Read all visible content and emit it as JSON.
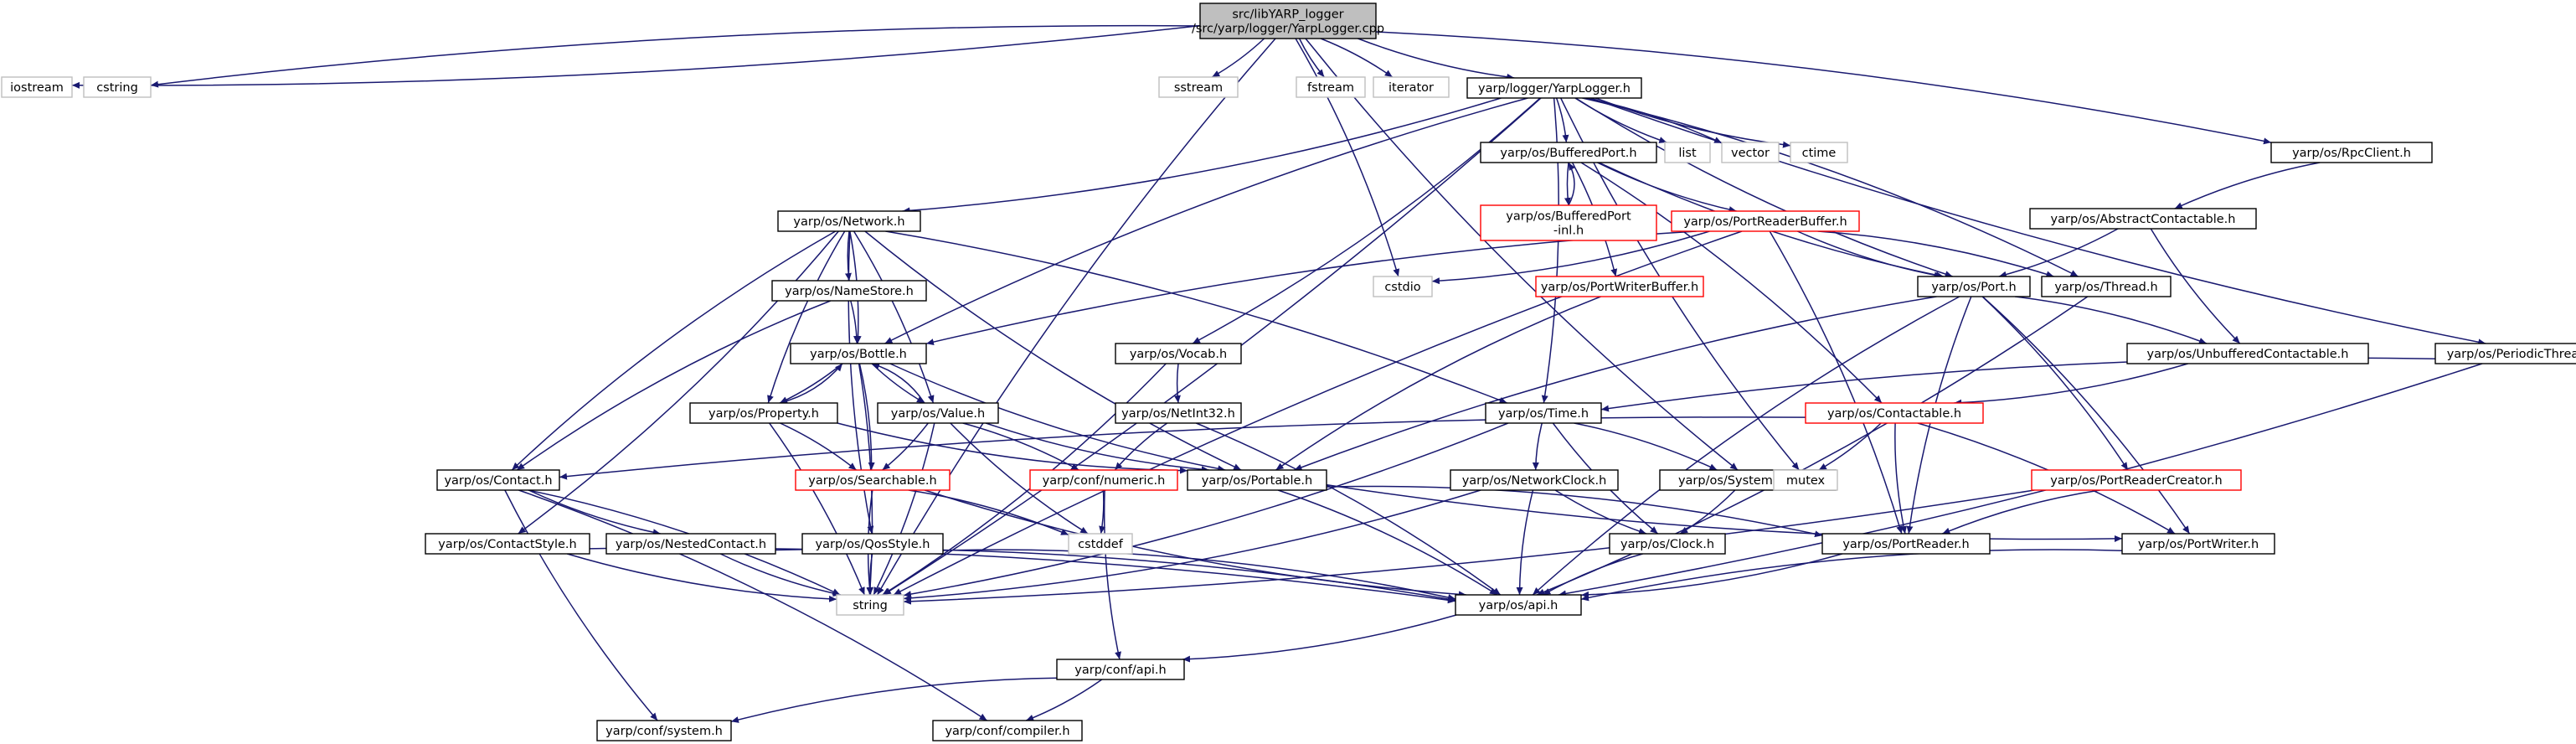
{
  "colors": {
    "edge": "#191970",
    "root_fill": "#bfbfbf",
    "node_border": "#000000",
    "external_border": "#bfbfbf",
    "truncated_border": "#ff0000",
    "node_fill": "#ffffff"
  },
  "nodes": [
    {
      "id": "root",
      "lines": [
        "src/libYARP_logger",
        "/src/yarp/logger/YarpLogger.cpp"
      ],
      "kind": "root"
    },
    {
      "id": "iostream",
      "lines": [
        "iostream"
      ],
      "kind": "external"
    },
    {
      "id": "cstring",
      "lines": [
        "cstring"
      ],
      "kind": "external"
    },
    {
      "id": "sstream",
      "lines": [
        "sstream"
      ],
      "kind": "external"
    },
    {
      "id": "fstream",
      "lines": [
        "fstream"
      ],
      "kind": "external"
    },
    {
      "id": "iterator",
      "lines": [
        "iterator"
      ],
      "kind": "external"
    },
    {
      "id": "yarplogger",
      "lines": [
        "yarp/logger/YarpLogger.h"
      ],
      "kind": "normal"
    },
    {
      "id": "rpcclient",
      "lines": [
        "yarp/os/RpcClient.h"
      ],
      "kind": "normal"
    },
    {
      "id": "bufferedport",
      "lines": [
        "yarp/os/BufferedPort.h"
      ],
      "kind": "normal"
    },
    {
      "id": "list",
      "lines": [
        "list"
      ],
      "kind": "external"
    },
    {
      "id": "vector",
      "lines": [
        "vector"
      ],
      "kind": "external"
    },
    {
      "id": "ctime",
      "lines": [
        "ctime"
      ],
      "kind": "external"
    },
    {
      "id": "bufferedportinl",
      "lines": [
        "yarp/os/BufferedPort",
        "-inl.h"
      ],
      "kind": "truncated"
    },
    {
      "id": "abstractcontactable",
      "lines": [
        "yarp/os/AbstractContactable.h"
      ],
      "kind": "normal"
    },
    {
      "id": "network",
      "lines": [
        "yarp/os/Network.h"
      ],
      "kind": "normal"
    },
    {
      "id": "portreaderbuffer",
      "lines": [
        "yarp/os/PortReaderBuffer.h"
      ],
      "kind": "truncated"
    },
    {
      "id": "cstdio",
      "lines": [
        "cstdio"
      ],
      "kind": "external"
    },
    {
      "id": "port",
      "lines": [
        "yarp/os/Port.h"
      ],
      "kind": "normal"
    },
    {
      "id": "thread",
      "lines": [
        "yarp/os/Thread.h"
      ],
      "kind": "normal"
    },
    {
      "id": "portwriterbuffer",
      "lines": [
        "yarp/os/PortWriterBuffer.h"
      ],
      "kind": "truncated"
    },
    {
      "id": "namestore",
      "lines": [
        "yarp/os/NameStore.h"
      ],
      "kind": "normal"
    },
    {
      "id": "bottle",
      "lines": [
        "yarp/os/Bottle.h"
      ],
      "kind": "normal"
    },
    {
      "id": "vocab",
      "lines": [
        "yarp/os/Vocab.h"
      ],
      "kind": "normal"
    },
    {
      "id": "unbufferedcontactable",
      "lines": [
        "yarp/os/UnbufferedContactable.h"
      ],
      "kind": "normal"
    },
    {
      "id": "periodicthread",
      "lines": [
        "yarp/os/PeriodicThread.h"
      ],
      "kind": "normal"
    },
    {
      "id": "property",
      "lines": [
        "yarp/os/Property.h"
      ],
      "kind": "normal"
    },
    {
      "id": "value",
      "lines": [
        "yarp/os/Value.h"
      ],
      "kind": "normal"
    },
    {
      "id": "netint32",
      "lines": [
        "yarp/os/NetInt32.h"
      ],
      "kind": "normal"
    },
    {
      "id": "time",
      "lines": [
        "yarp/os/Time.h"
      ],
      "kind": "normal"
    },
    {
      "id": "contactable",
      "lines": [
        "yarp/os/Contactable.h"
      ],
      "kind": "truncated"
    },
    {
      "id": "contact",
      "lines": [
        "yarp/os/Contact.h"
      ],
      "kind": "normal"
    },
    {
      "id": "searchable",
      "lines": [
        "yarp/os/Searchable.h"
      ],
      "kind": "truncated"
    },
    {
      "id": "confnumeric",
      "lines": [
        "yarp/conf/numeric.h"
      ],
      "kind": "truncated"
    },
    {
      "id": "portable",
      "lines": [
        "yarp/os/Portable.h"
      ],
      "kind": "normal"
    },
    {
      "id": "networkclock",
      "lines": [
        "yarp/os/NetworkClock.h"
      ],
      "kind": "normal"
    },
    {
      "id": "systemclock",
      "lines": [
        "yarp/os/SystemClock.h"
      ],
      "kind": "normal"
    },
    {
      "id": "mutex",
      "lines": [
        "mutex"
      ],
      "kind": "external"
    },
    {
      "id": "portreadercreator",
      "lines": [
        "yarp/os/PortReaderCreator.h"
      ],
      "kind": "truncated"
    },
    {
      "id": "contactstyle",
      "lines": [
        "yarp/os/ContactStyle.h"
      ],
      "kind": "normal"
    },
    {
      "id": "nestedcontact",
      "lines": [
        "yarp/os/NestedContact.h"
      ],
      "kind": "normal"
    },
    {
      "id": "qosstyle",
      "lines": [
        "yarp/os/QosStyle.h"
      ],
      "kind": "normal"
    },
    {
      "id": "cstddef",
      "lines": [
        "cstddef"
      ],
      "kind": "external"
    },
    {
      "id": "clock",
      "lines": [
        "yarp/os/Clock.h"
      ],
      "kind": "normal"
    },
    {
      "id": "portreader",
      "lines": [
        "yarp/os/PortReader.h"
      ],
      "kind": "normal"
    },
    {
      "id": "portwriter",
      "lines": [
        "yarp/os/PortWriter.h"
      ],
      "kind": "normal"
    },
    {
      "id": "string",
      "lines": [
        "string"
      ],
      "kind": "external"
    },
    {
      "id": "api",
      "lines": [
        "yarp/os/api.h"
      ],
      "kind": "normal"
    },
    {
      "id": "confapi",
      "lines": [
        "yarp/conf/api.h"
      ],
      "kind": "normal"
    },
    {
      "id": "confsystem",
      "lines": [
        "yarp/conf/system.h"
      ],
      "kind": "normal"
    },
    {
      "id": "confcompiler",
      "lines": [
        "yarp/conf/compiler.h"
      ],
      "kind": "normal"
    }
  ],
  "edges": [
    [
      "root",
      "iostream"
    ],
    [
      "root",
      "cstring"
    ],
    [
      "root",
      "sstream"
    ],
    [
      "root",
      "fstream"
    ],
    [
      "root",
      "iterator"
    ],
    [
      "root",
      "yarplogger"
    ],
    [
      "root",
      "rpcclient"
    ],
    [
      "root",
      "string"
    ],
    [
      "root",
      "cstdio"
    ],
    [
      "root",
      "systemclock"
    ],
    [
      "yarplogger",
      "bufferedport"
    ],
    [
      "yarplogger",
      "list"
    ],
    [
      "yarplogger",
      "vector"
    ],
    [
      "yarplogger",
      "ctime"
    ],
    [
      "yarplogger",
      "network"
    ],
    [
      "yarplogger",
      "port"
    ],
    [
      "yarplogger",
      "thread"
    ],
    [
      "yarplogger",
      "periodicthread"
    ],
    [
      "yarplogger",
      "vocab"
    ],
    [
      "yarplogger",
      "bottle"
    ],
    [
      "yarplogger",
      "time"
    ],
    [
      "yarplogger",
      "mutex"
    ],
    [
      "yarplogger",
      "string"
    ],
    [
      "bufferedport",
      "bufferedportinl"
    ],
    [
      "bufferedportinl",
      "bufferedport"
    ],
    [
      "bufferedport",
      "portreaderbuffer"
    ],
    [
      "bufferedport",
      "portwriterbuffer"
    ],
    [
      "bufferedport",
      "port"
    ],
    [
      "bufferedport",
      "contactable"
    ],
    [
      "rpcclient",
      "abstractcontactable"
    ],
    [
      "abstractcontactable",
      "port"
    ],
    [
      "abstractcontactable",
      "unbufferedcontactable"
    ],
    [
      "portreaderbuffer",
      "cstdio"
    ],
    [
      "portreaderbuffer",
      "port"
    ],
    [
      "portreaderbuffer",
      "thread"
    ],
    [
      "portreaderbuffer",
      "bottle"
    ],
    [
      "portreaderbuffer",
      "portreader"
    ],
    [
      "portreaderbuffer",
      "string"
    ],
    [
      "port",
      "unbufferedcontactable"
    ],
    [
      "port",
      "portable"
    ],
    [
      "port",
      "portreadercreator"
    ],
    [
      "port",
      "portreader"
    ],
    [
      "port",
      "portwriter"
    ],
    [
      "port",
      "api"
    ],
    [
      "thread",
      "api"
    ],
    [
      "portwriterbuffer",
      "portable"
    ],
    [
      "unbufferedcontactable",
      "contactable"
    ],
    [
      "periodicthread",
      "time"
    ],
    [
      "periodicthread",
      "api"
    ],
    [
      "network",
      "namestore"
    ],
    [
      "network",
      "bottle"
    ],
    [
      "network",
      "property"
    ],
    [
      "network",
      "value"
    ],
    [
      "network",
      "portable"
    ],
    [
      "network",
      "time"
    ],
    [
      "network",
      "contact"
    ],
    [
      "network",
      "contactstyle"
    ],
    [
      "network",
      "qosstyle"
    ],
    [
      "namestore",
      "bottle"
    ],
    [
      "namestore",
      "contact"
    ],
    [
      "bottle",
      "property"
    ],
    [
      "bottle",
      "value"
    ],
    [
      "bottle",
      "searchable"
    ],
    [
      "bottle",
      "portable"
    ],
    [
      "bottle",
      "string"
    ],
    [
      "property",
      "bottle"
    ],
    [
      "property",
      "searchable"
    ],
    [
      "property",
      "portable"
    ],
    [
      "property",
      "string"
    ],
    [
      "value",
      "bottle"
    ],
    [
      "value",
      "searchable"
    ],
    [
      "value",
      "portable"
    ],
    [
      "value",
      "confnumeric"
    ],
    [
      "value",
      "cstddef"
    ],
    [
      "value",
      "string"
    ],
    [
      "vocab",
      "netint32"
    ],
    [
      "vocab",
      "string"
    ],
    [
      "netint32",
      "confnumeric"
    ],
    [
      "netint32",
      "api"
    ],
    [
      "time",
      "networkclock"
    ],
    [
      "time",
      "systemclock"
    ],
    [
      "time",
      "clock"
    ],
    [
      "time",
      "string"
    ],
    [
      "contactable",
      "contact"
    ],
    [
      "contactable",
      "mutex"
    ],
    [
      "contactable",
      "portreader"
    ],
    [
      "contactable",
      "portwriter"
    ],
    [
      "contact",
      "nestedcontact"
    ],
    [
      "contact",
      "string"
    ],
    [
      "contact",
      "confsystem"
    ],
    [
      "contact",
      "confcompiler"
    ],
    [
      "searchable",
      "string"
    ],
    [
      "searchable",
      "cstddef"
    ],
    [
      "searchable",
      "api"
    ],
    [
      "confnumeric",
      "cstddef"
    ],
    [
      "confnumeric",
      "confapi"
    ],
    [
      "portable",
      "portreader"
    ],
    [
      "portable",
      "portwriter"
    ],
    [
      "portable",
      "api"
    ],
    [
      "networkclock",
      "clock"
    ],
    [
      "networkclock",
      "string"
    ],
    [
      "networkclock",
      "api"
    ],
    [
      "systemclock",
      "clock"
    ],
    [
      "portreadercreator",
      "portreader"
    ],
    [
      "portreadercreator",
      "string"
    ],
    [
      "contactstyle",
      "string"
    ],
    [
      "contactstyle",
      "api"
    ],
    [
      "nestedcontact",
      "string"
    ],
    [
      "nestedcontact",
      "api"
    ],
    [
      "qosstyle",
      "string"
    ],
    [
      "qosstyle",
      "api"
    ],
    [
      "clock",
      "api"
    ],
    [
      "portreader",
      "api"
    ],
    [
      "portwriter",
      "api"
    ],
    [
      "api",
      "confapi"
    ],
    [
      "confapi",
      "confsystem"
    ],
    [
      "confapi",
      "confcompiler"
    ]
  ]
}
